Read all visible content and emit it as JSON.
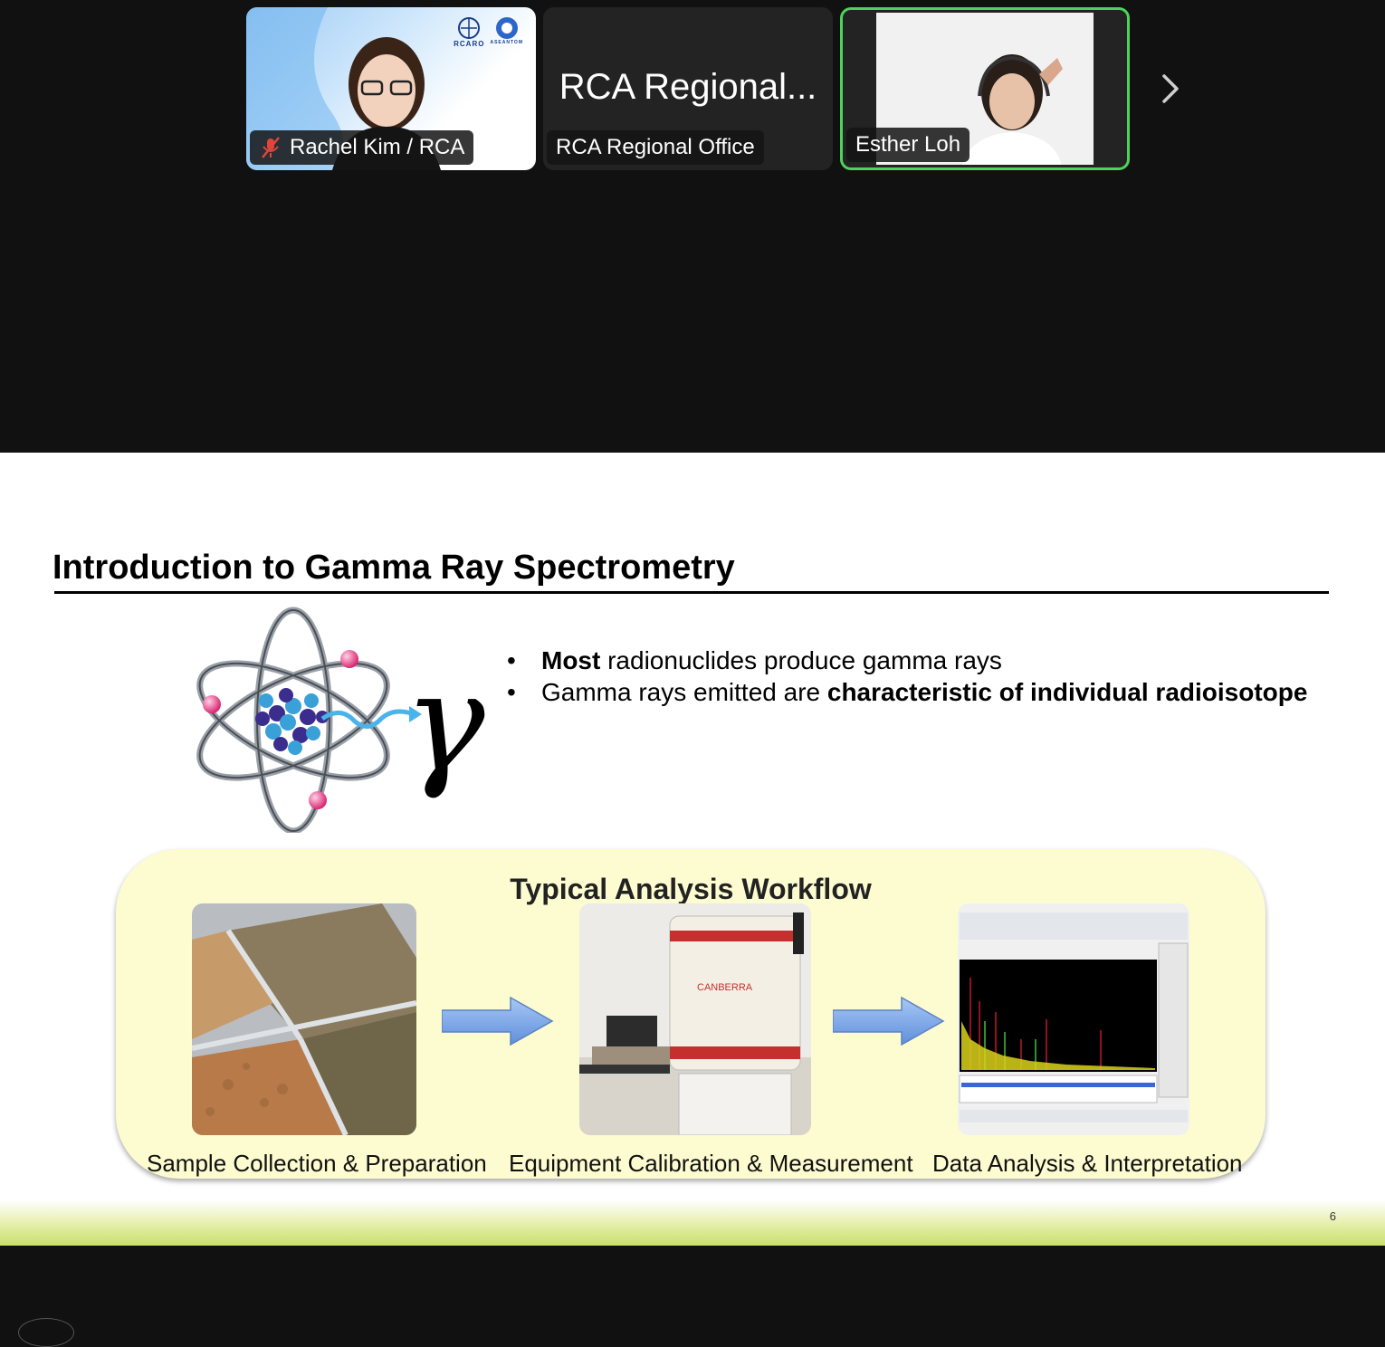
{
  "participants": [
    {
      "name": "Rachel Kim / RCA",
      "muted": true
    },
    {
      "name": "RCA Regional Office",
      "big_label": "RCA Regional..."
    },
    {
      "name": "Esther Loh",
      "active_speaker": true
    }
  ],
  "strip": {
    "next_icon": "chevron-right-icon"
  },
  "rachel_logos": {
    "left": "RCARO",
    "right": "ASEANTOM"
  },
  "slide": {
    "title": "Introduction to Gamma Ray Spectrometry",
    "gamma_symbol": "γ",
    "bullet1_bold": "Most",
    "bullet1_rest": " radionuclides produce gamma rays",
    "bullet2_start": "Gamma rays emitted are ",
    "bullet2_bold": "characteristic of individual radioisotope",
    "workflow": {
      "title": "Typical Analysis Workflow",
      "steps": [
        "Sample Collection & Preparation",
        "Equipment Calibration & Measurement",
        "Data Analysis & Interpretation"
      ],
      "detector_brand": "CANBERRA"
    },
    "page_number": "6"
  },
  "colors": {
    "active_speaker_border": "#4cd35a",
    "workflow_bg": "#fdfcd0",
    "arrow_fill": "#7aa7e8",
    "electron": "#e8307a"
  }
}
